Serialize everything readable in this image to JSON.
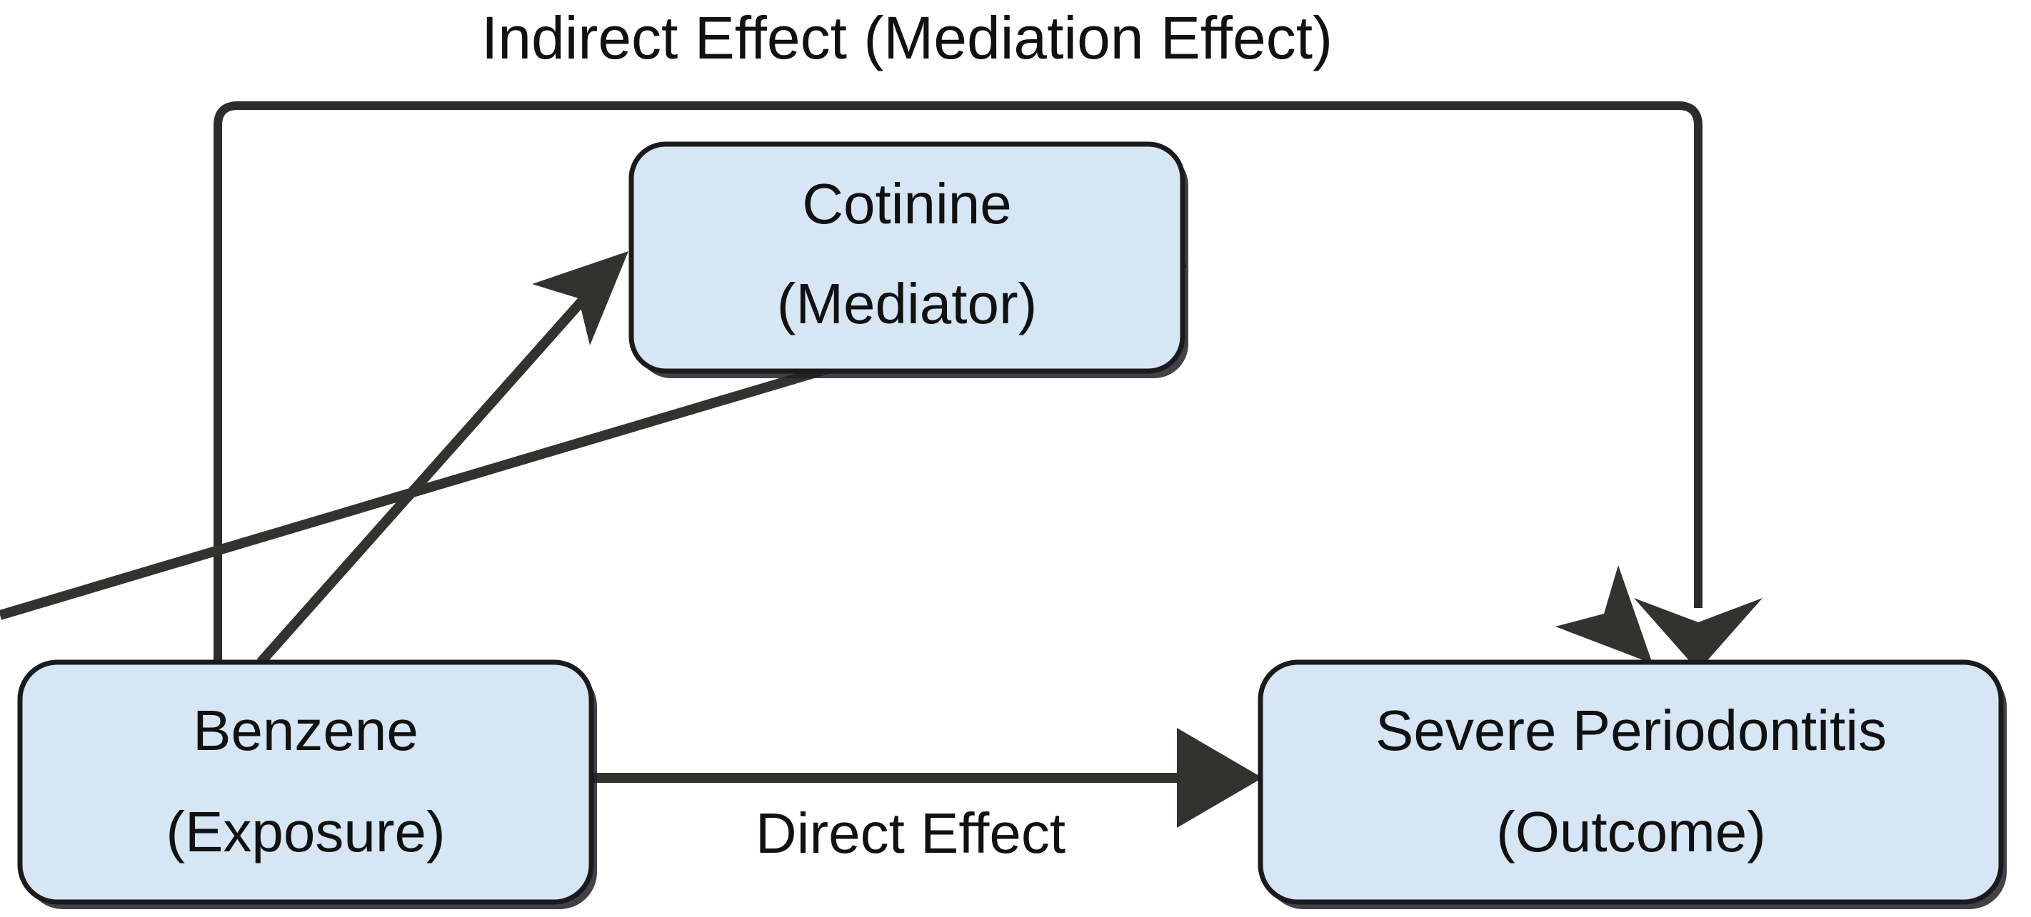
{
  "diagram": {
    "type": "mediation-model",
    "background_color": "#ffffff",
    "node_fill_color": "#d6e6f5",
    "node_stroke_color": "#1b1b1b",
    "edge_color": "#32322f",
    "text_color": "#111111",
    "title": "Indirect Effect (Mediation Effect)",
    "nodes": [
      {
        "id": "exposure",
        "label_main": "Benzene",
        "label_sub": "(Exposure)",
        "role": "Exposure"
      },
      {
        "id": "mediator",
        "label_main": "Cotinine",
        "label_sub": "(Mediator)",
        "role": "Mediator"
      },
      {
        "id": "outcome",
        "label_main": "Severe Periodontitis",
        "label_sub": "(Outcome)",
        "role": "Outcome"
      }
    ],
    "edges": [
      {
        "id": "exposure-to-mediator",
        "from": "exposure",
        "to": "mediator",
        "label": "",
        "path": "diagonal-up-right"
      },
      {
        "id": "mediator-to-outcome",
        "from": "mediator",
        "to": "outcome",
        "label": "",
        "path": "diagonal-down-right"
      },
      {
        "id": "exposure-to-outcome-direct",
        "from": "exposure",
        "to": "outcome",
        "label": "Direct Effect",
        "path": "horizontal"
      },
      {
        "id": "exposure-to-outcome-indirect",
        "from": "exposure",
        "to": "outcome",
        "label": "Indirect Effect (Mediation Effect)",
        "path": "bracket-over-top"
      }
    ]
  }
}
